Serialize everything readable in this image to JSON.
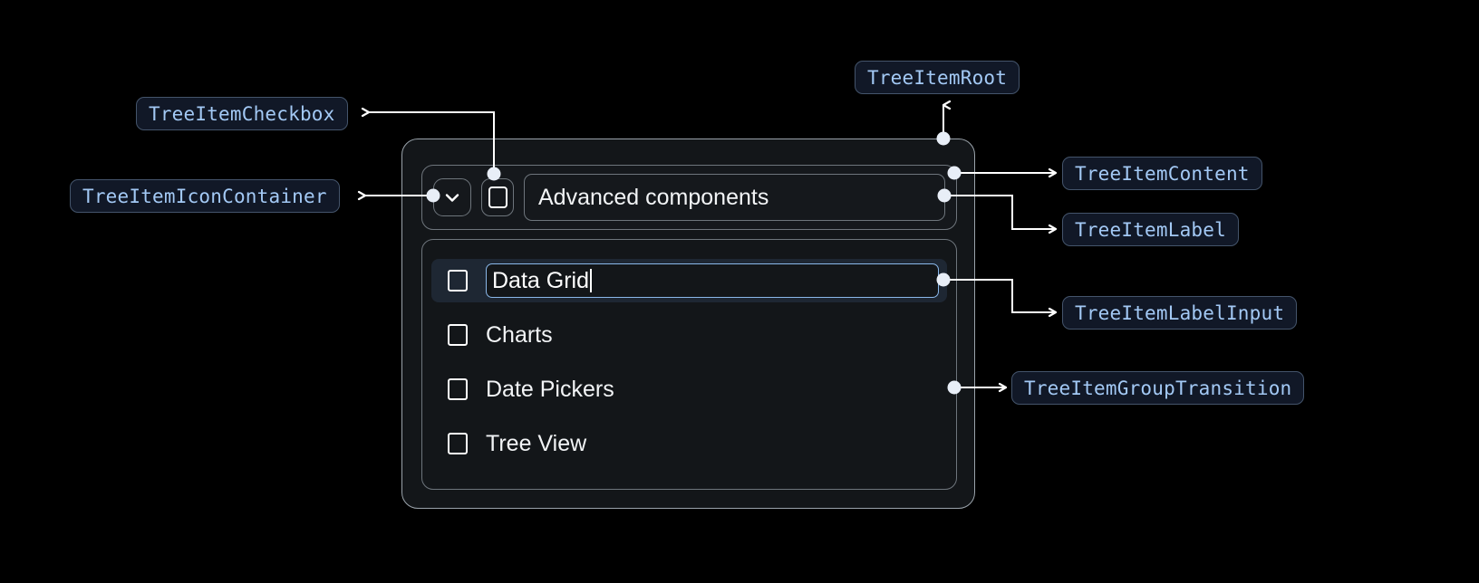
{
  "theme": {
    "page_background": "#000000",
    "chip_background": "#111827",
    "chip_border": "#44546b",
    "chip_text": "#a3c9f5",
    "widget_background": "#131619",
    "widget_border": "#9aa3ab",
    "selected_row_background": "#1e2733",
    "input_focus_border": "#8ab8ea",
    "connector_color": "#ffffff",
    "primary_text": "#f2f4f6"
  },
  "annotations": [
    {
      "id": "tree-item-checkbox",
      "label": "TreeItemCheckbox"
    },
    {
      "id": "tree-item-icon-container",
      "label": "TreeItemIconContainer"
    },
    {
      "id": "tree-item-root",
      "label": "TreeItemRoot"
    },
    {
      "id": "tree-item-content",
      "label": "TreeItemContent"
    },
    {
      "id": "tree-item-label",
      "label": "TreeItemLabel"
    },
    {
      "id": "tree-item-label-input",
      "label": "TreeItemLabelInput"
    },
    {
      "id": "tree-item-group-transition",
      "label": "TreeItemGroupTransition"
    }
  ],
  "tree": {
    "header": {
      "expand_icon": "chevron-down-icon",
      "checkbox_checked": false,
      "label": "Advanced components"
    },
    "items": [
      {
        "label": "Data Grid",
        "checked": false,
        "editing": true,
        "selected": true
      },
      {
        "label": "Charts",
        "checked": false,
        "editing": false,
        "selected": false
      },
      {
        "label": "Date Pickers",
        "checked": false,
        "editing": false,
        "selected": false
      },
      {
        "label": "Tree View",
        "checked": false,
        "editing": false,
        "selected": false
      }
    ]
  }
}
